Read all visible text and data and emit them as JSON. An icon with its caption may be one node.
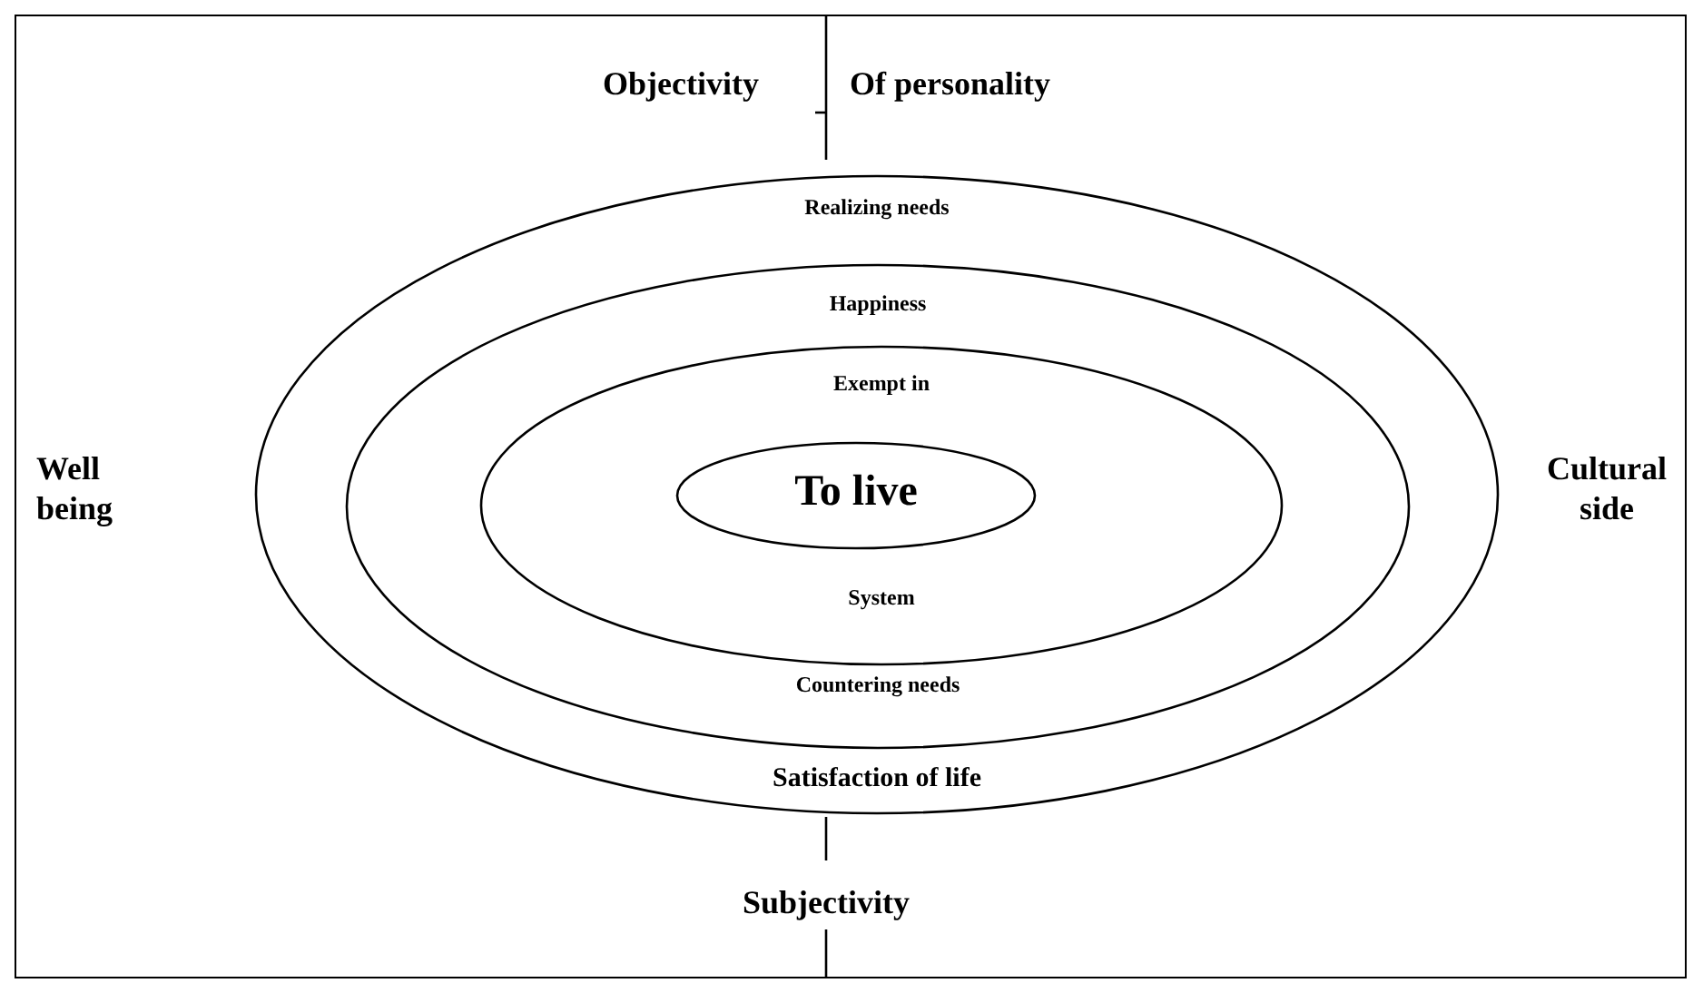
{
  "diagram": {
    "nodes": [
      {
        "text": [
          "Realizing needs",
          "Satisfaction of life"
        ]
      },
      {
        "text": [
          "Happiness",
          "Countering needs"
        ],
        "in": 0
      },
      {
        "text": [
          "Exempt in",
          "System"
        ],
        "in": 1
      },
      {
        "text": [
          "To live"
        ],
        "in": 2
      }
    ],
    "labels": [
      "Objectivity",
      "Of personality",
      "Well being",
      "Cultural side",
      "Subjectivity"
    ]
  }
}
